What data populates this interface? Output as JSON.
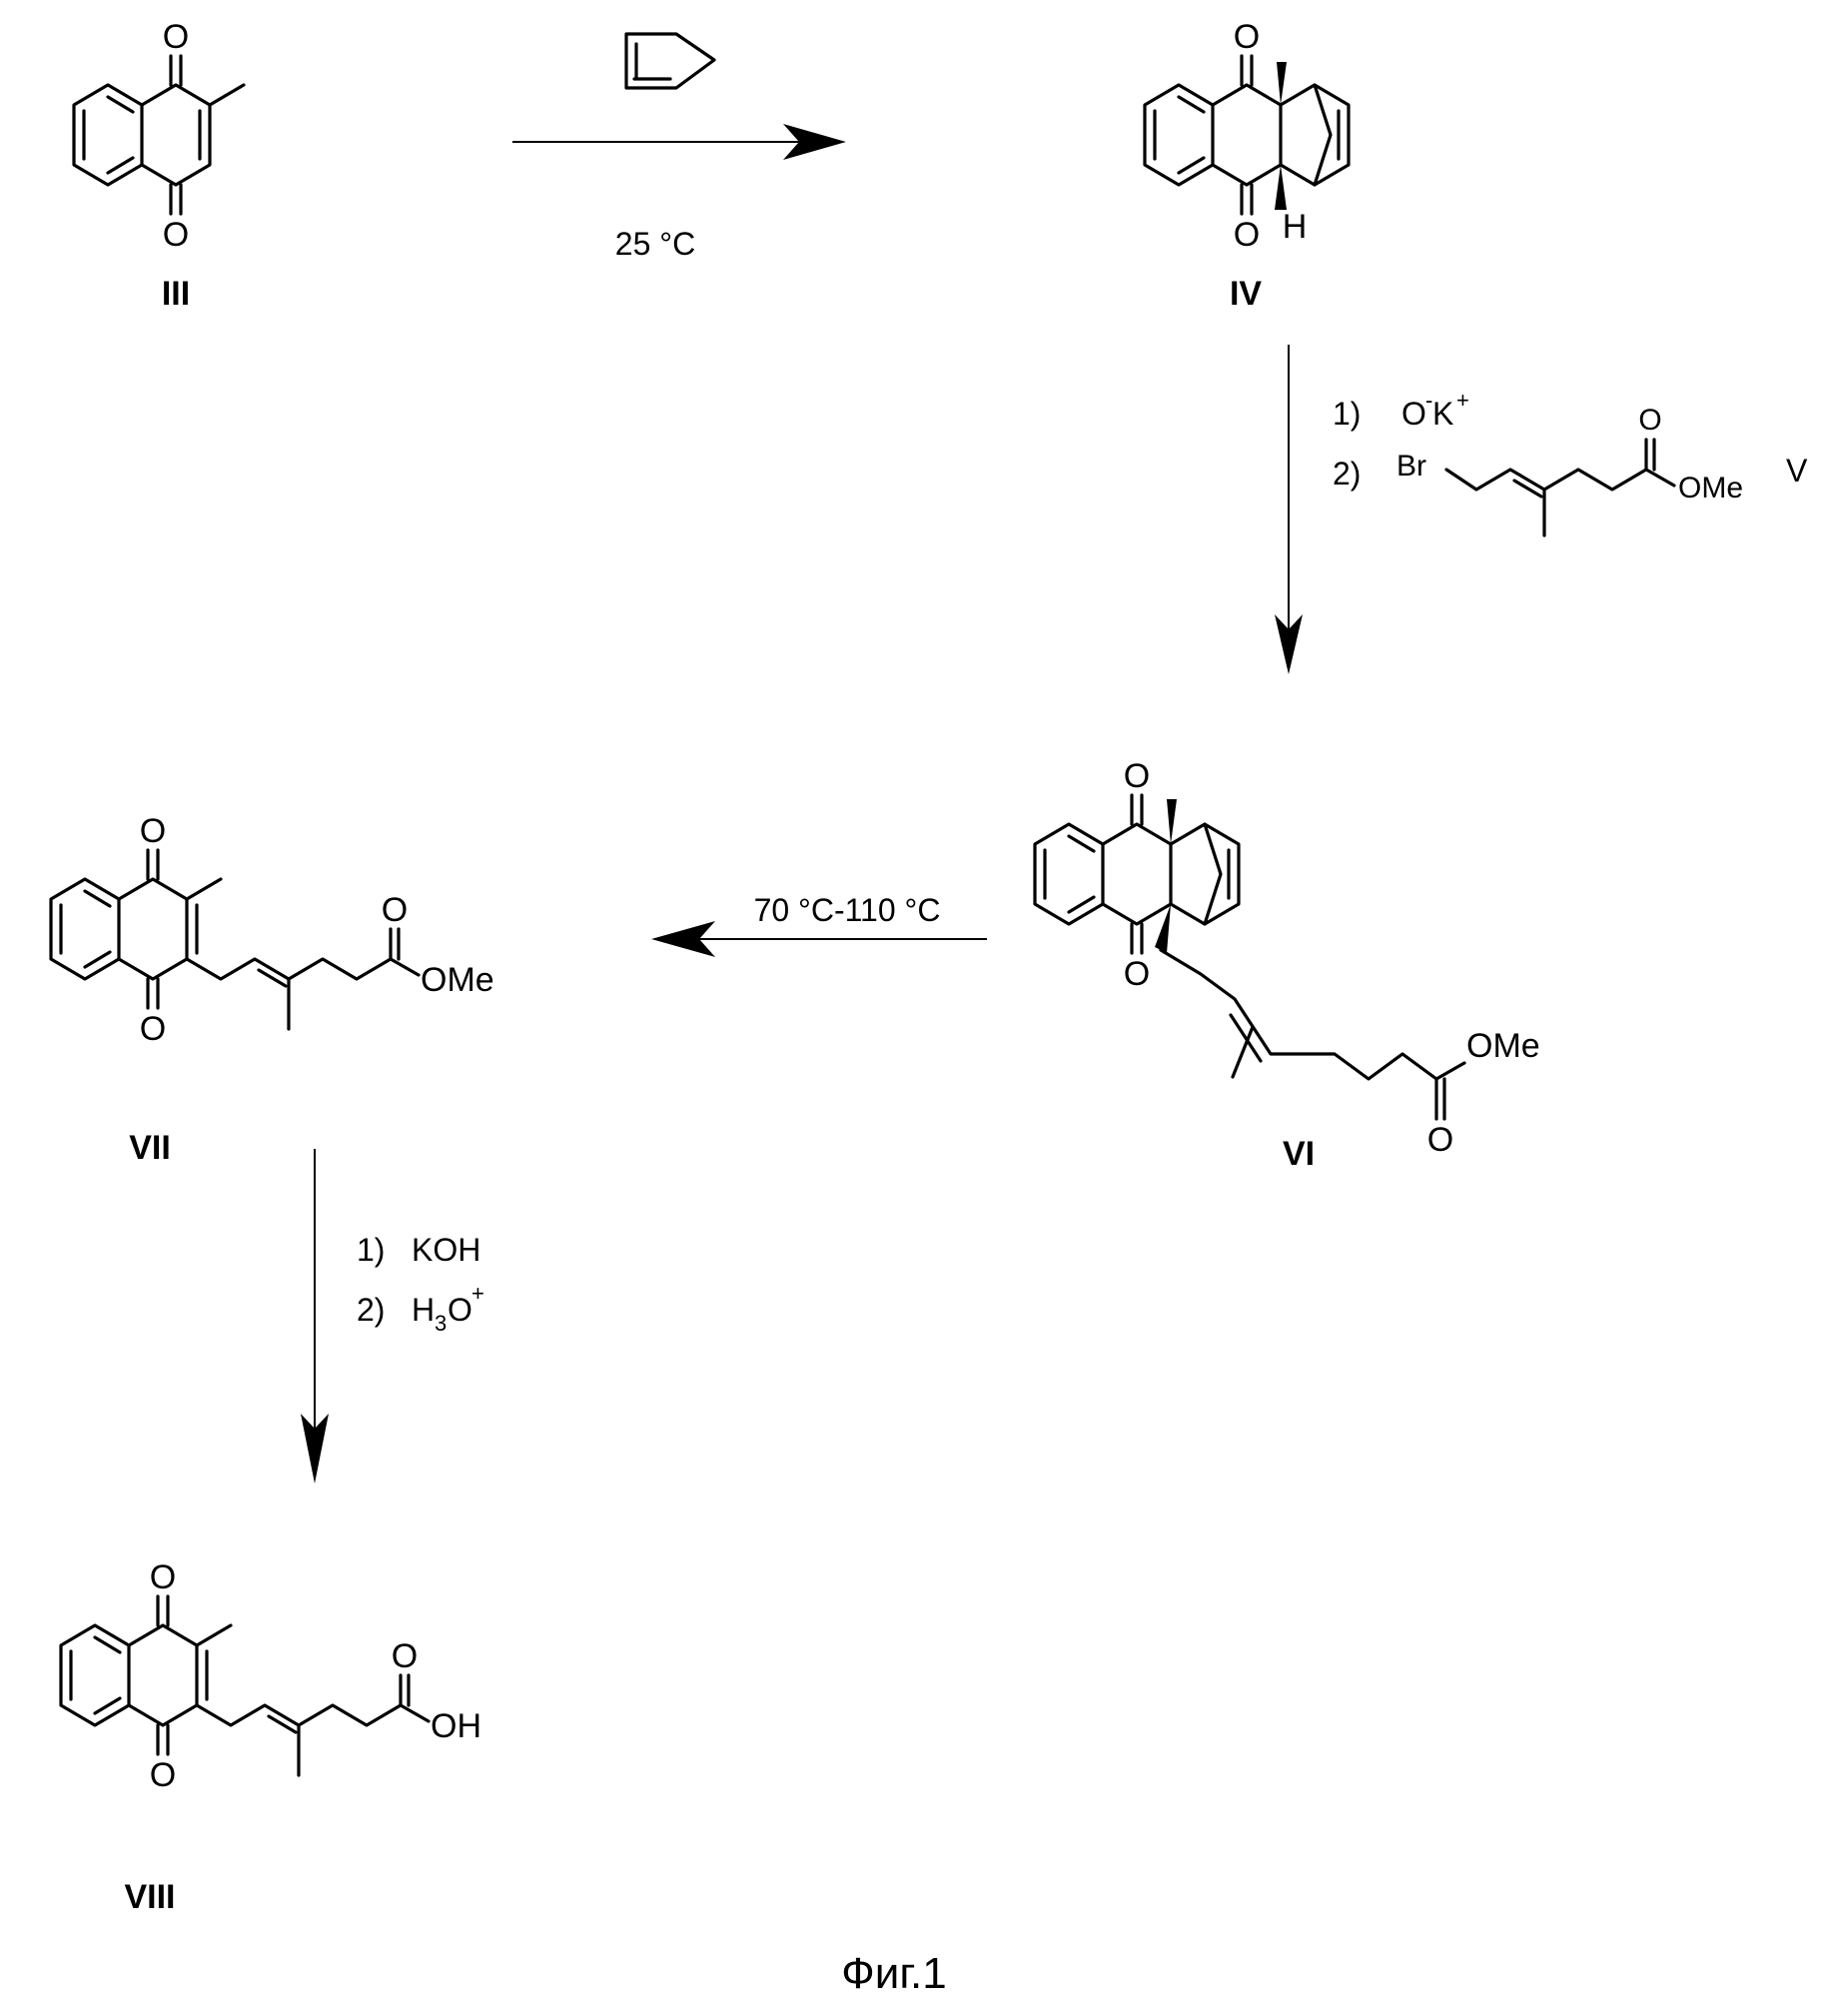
{
  "figure": {
    "caption": "Фиг.1"
  },
  "compounds": {
    "III": {
      "label": "III",
      "atoms": {
        "o_top": "O",
        "o_bottom": "O"
      }
    },
    "IV": {
      "label": "IV",
      "atoms": {
        "o_top": "O",
        "o_bottom": "O",
        "h": "H"
      }
    },
    "VI": {
      "label": "VI",
      "atoms": {
        "o_top": "O",
        "o_bottom": "O",
        "ester_o": "O",
        "ester_ome": "OMe"
      }
    },
    "VII": {
      "label": "VII",
      "atoms": {
        "o_top": "O",
        "o_bottom": "O",
        "ester_o": "O",
        "ester_ome": "OMe"
      }
    },
    "VIII": {
      "label": "VIII",
      "atoms": {
        "o_top": "O",
        "o_bottom": "O",
        "acid_o": "O",
        "acid_oh": "OH"
      }
    }
  },
  "reagents": {
    "step1": {
      "temperature": "25 °C"
    },
    "step2": {
      "step1_num": "1)",
      "step1_reagent": "O",
      "step1_sup_minus": "-",
      "step1_k": "K",
      "step1_sup_plus": "+",
      "step2_num": "2)",
      "br": "Br",
      "ester_o": "O",
      "ome": "OMe",
      "reagent_label": "V"
    },
    "step3": {
      "temperature": "70 °C-110 °C"
    },
    "step4": {
      "step1_num": "1)",
      "step1_reagent": "KOH",
      "step2_num": "2)",
      "h": "H",
      "sub3": "3",
      "o": "O",
      "sup_plus": "+"
    }
  }
}
